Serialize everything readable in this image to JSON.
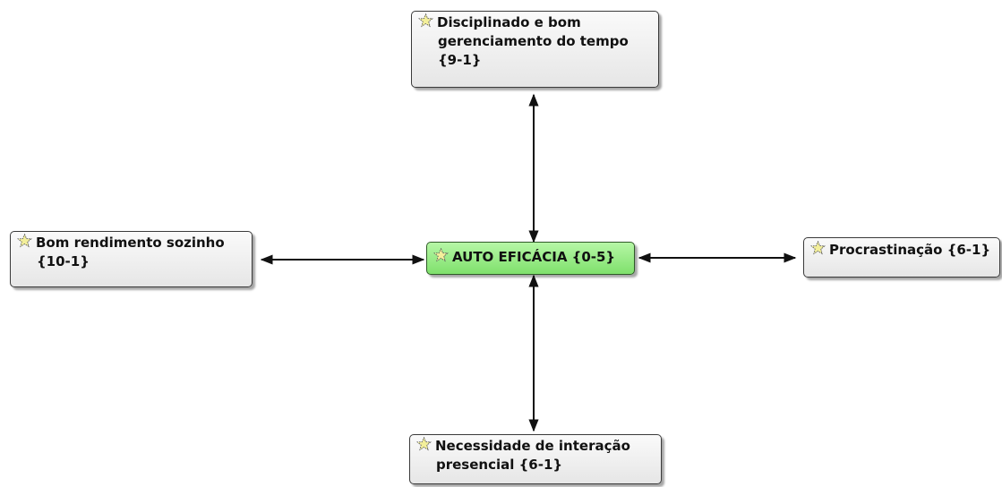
{
  "diagram": {
    "type": "network",
    "nodes": {
      "core": {
        "line1": "AUTO EFICÁCIA {0-5}",
        "icon": "code-star-icon",
        "color": "#8ee87a"
      },
      "top": {
        "line1": "Disciplinado e bom",
        "line2": "gerenciamento do tempo",
        "line3": "{9-1}",
        "icon": "code-star-icon"
      },
      "left": {
        "line1": "Bom rendimento sozinho",
        "line2": "{10-1}",
        "icon": "code-star-icon"
      },
      "right": {
        "line1": "Procrastinação {6-1}",
        "icon": "code-star-icon"
      },
      "bottom": {
        "line1": "Necessidade de interação",
        "line2": "presencial {6-1}",
        "icon": "code-star-icon"
      }
    },
    "edges": [
      {
        "from": "core",
        "to": "top"
      },
      {
        "from": "core",
        "to": "left"
      },
      {
        "from": "core",
        "to": "right"
      },
      {
        "from": "core",
        "to": "bottom"
      }
    ]
  }
}
